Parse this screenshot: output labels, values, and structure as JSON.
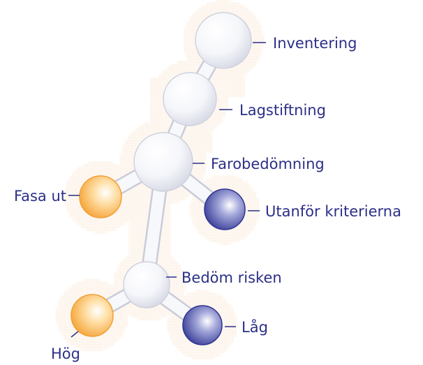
{
  "diagram": {
    "nodes": [
      {
        "id": "inventering",
        "label": "Inventering",
        "kind": "stage"
      },
      {
        "id": "lagstiftning",
        "label": "Lagstiftning",
        "kind": "stage"
      },
      {
        "id": "farobedomning",
        "label": "Farobedömning",
        "kind": "stage"
      },
      {
        "id": "fasa-ut",
        "label": "Fasa ut",
        "kind": "outcome-phase-out"
      },
      {
        "id": "utanfor-kriterierna",
        "label": "Utanför kriterierna",
        "kind": "outcome-ok"
      },
      {
        "id": "bedom-risken",
        "label": "Bedöm risken",
        "kind": "stage"
      },
      {
        "id": "hog",
        "label": "Hög",
        "kind": "outcome-phase-out"
      },
      {
        "id": "lag",
        "label": "Låg",
        "kind": "outcome-ok"
      }
    ],
    "connections": [
      [
        "inventering",
        "lagstiftning"
      ],
      [
        "lagstiftning",
        "farobedomning"
      ],
      [
        "farobedomning",
        "fasa-ut"
      ],
      [
        "farobedomning",
        "utanfor-kriterierna"
      ],
      [
        "farobedomning",
        "bedom-risken"
      ],
      [
        "bedom-risken",
        "hog"
      ],
      [
        "bedom-risken",
        "lag"
      ]
    ],
    "colors": {
      "stage": "#f2f3f7",
      "phase_out": "#f7a93a",
      "ok": "#3a3f9a",
      "text": "#2b2f86",
      "halo": "#f6c98a"
    }
  }
}
